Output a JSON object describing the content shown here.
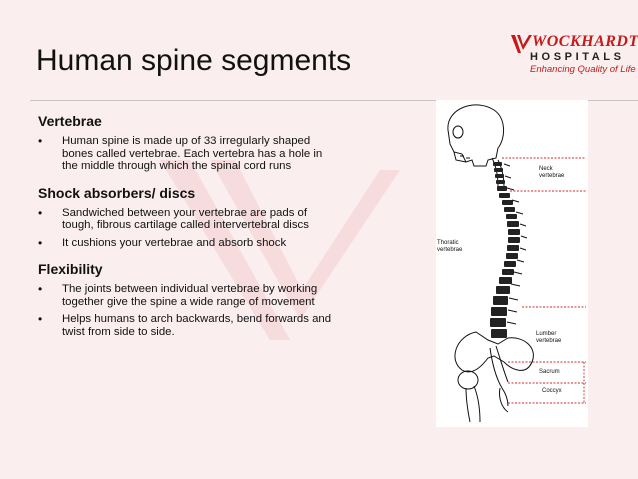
{
  "slide": {
    "title": "Human spine segments",
    "logo": {
      "brand": "WOCKHARDT",
      "sub": "HOSPITALS",
      "tagline": "Enhancing Quality of Life"
    },
    "sections": [
      {
        "heading": "Vertebrae",
        "bullets": [
          "Human spine is made up of 33 irregularly shaped bones called vertebrae. Each vertebra has a hole in the middle through which the spinal cord runs"
        ]
      },
      {
        "heading": "Shock absorbers/ discs",
        "bullets": [
          "Sandwiched between your vertebrae are pads of tough, fibrous cartilage called intervertebral discs",
          "It cushions your vertebrae and absorb shock"
        ]
      },
      {
        "heading": "Flexibility",
        "bullets": [
          "The joints between individual vertebrae by working together give the spine a wide range of movement",
          "Helps humans to arch backwards, bend forwards and twist from side to side."
        ]
      }
    ],
    "bullet_glyph": "•",
    "figure": {
      "labels": {
        "neck_1": "Neck",
        "neck_2": "vertebrae",
        "thoracic_1": "Thoratic",
        "thoracic_2": "vertebrae",
        "lumber_1": "Lumber",
        "lumber_2": "vertebrae",
        "sacrum": "Sacrum",
        "coccyx": "Coccyx"
      }
    },
    "colors": {
      "background": "#fbeeee",
      "brand_red": "#c41a1a",
      "guide_red": "#d42a2a"
    }
  }
}
